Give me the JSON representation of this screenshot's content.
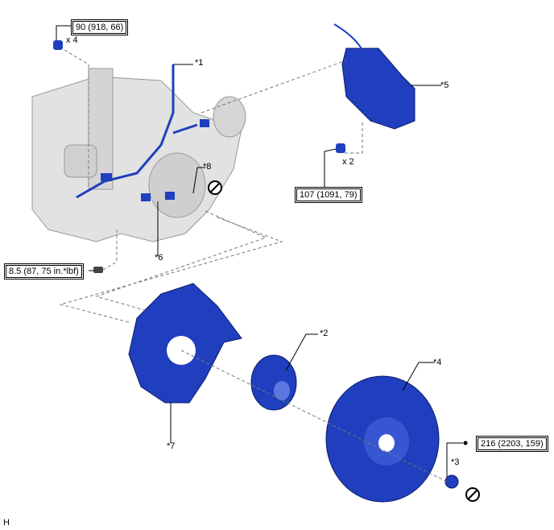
{
  "torque_specs": {
    "bolt_x4": "90 (918, 66)",
    "caliper_bolt": "107 (1091, 79)",
    "small_bolt": "8.5 (87, 75 in.*lbf)",
    "hub_nut": "216 (2203, 159)"
  },
  "quantities": {
    "bolt_x4": "x 4",
    "caliper_bolt": "x 2"
  },
  "callouts": {
    "c1": "*1",
    "c2": "*2",
    "c3": "*3",
    "c4": "*4",
    "c5": "*5",
    "c6": "*6",
    "c7": "*7",
    "c8": "*8"
  },
  "footer_code": "H",
  "colors": {
    "part_blue": "#1f3fbf",
    "suspension_grey": "#d8d8d8"
  }
}
